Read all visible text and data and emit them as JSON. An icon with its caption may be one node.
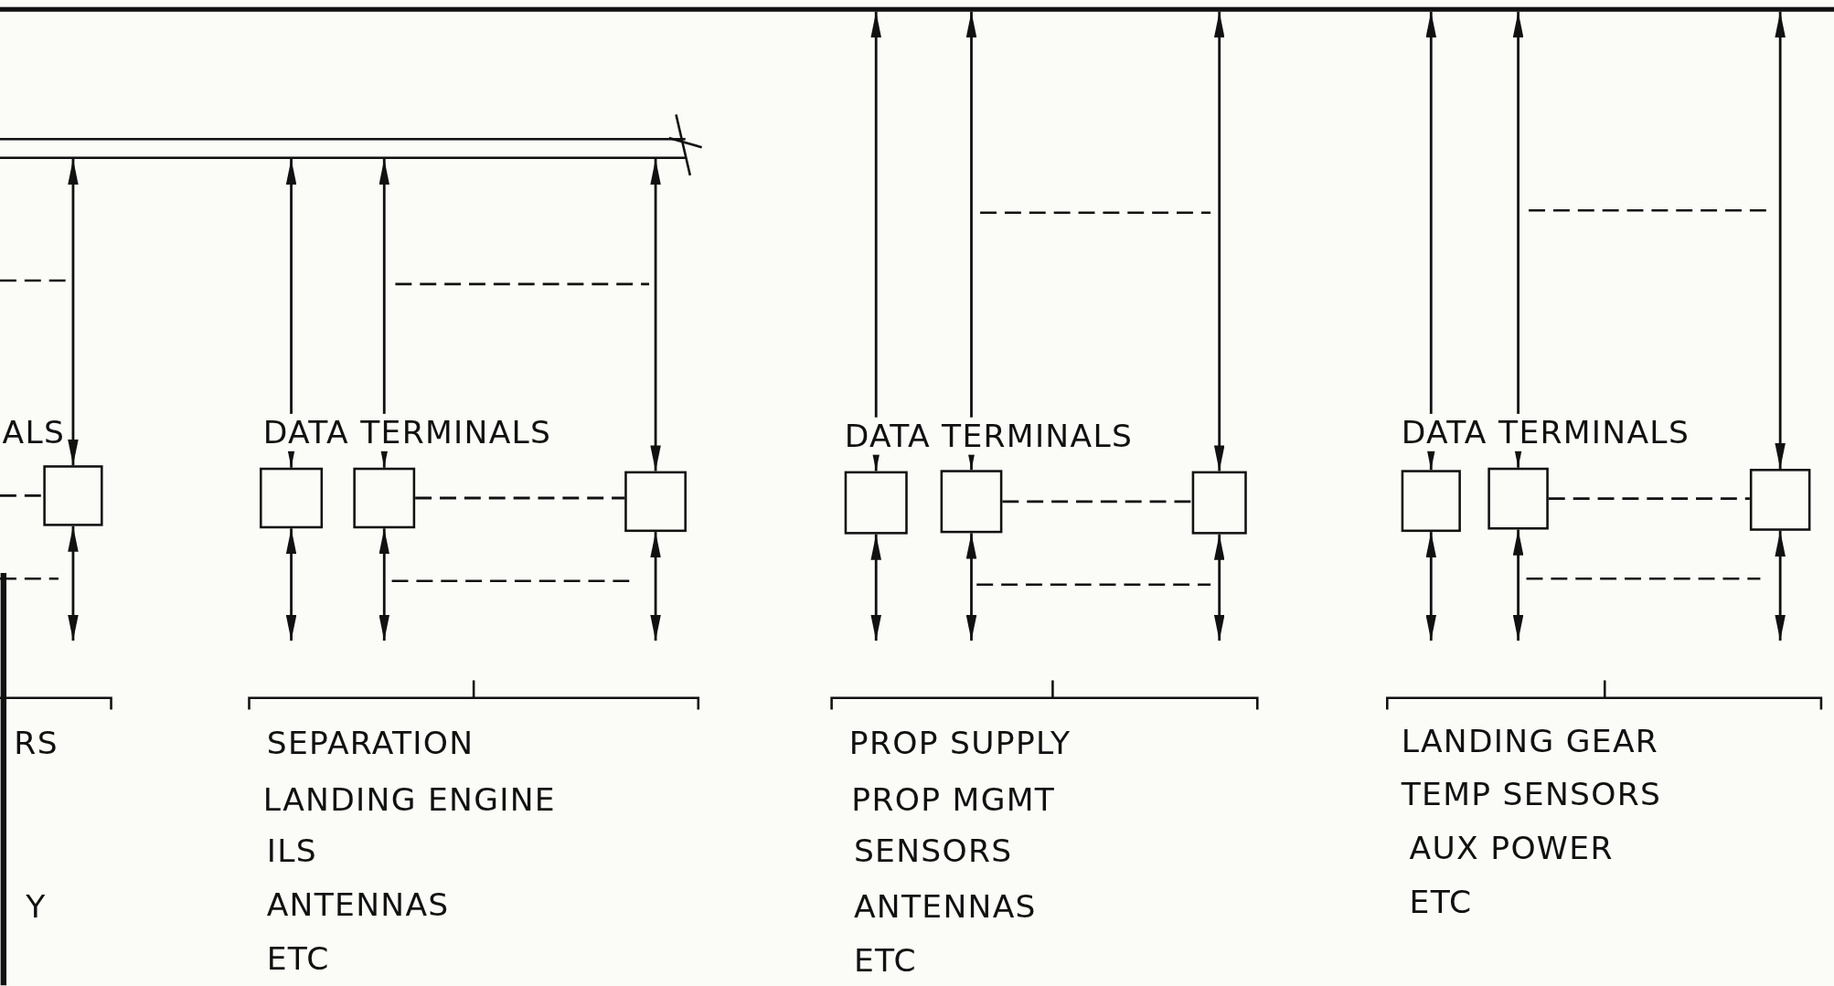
{
  "diagram": {
    "nodes": [
      {
        "text": [],
        "shape": "bar"
      },
      {
        "text": [],
        "shape": "bar"
      },
      {
        "text": [],
        "shape": "box"
      },
      {
        "text": [],
        "shape": "box"
      },
      {
        "text": [],
        "shape": "box"
      },
      {
        "text": [],
        "shape": "box"
      },
      {
        "text": [],
        "shape": "box"
      },
      {
        "text": [],
        "shape": "box"
      },
      {
        "text": [],
        "shape": "box"
      },
      {
        "text": [],
        "shape": "box"
      },
      {
        "text": [],
        "shape": "box"
      },
      {
        "text": [],
        "shape": "box"
      }
    ],
    "edges": [
      {
        "from": 1,
        "to": 2,
        "arrow": "both"
      },
      {
        "from": 2,
        "to": null,
        "arrow": "both"
      },
      {
        "from": null,
        "to": 2,
        "arrow": "none",
        "style": "dashed"
      },
      {
        "from": 1,
        "to": 3,
        "arrow": "both"
      },
      {
        "from": 1,
        "to": 4,
        "arrow": "both"
      },
      {
        "from": 1,
        "to": 5,
        "arrow": "both"
      },
      {
        "from": 3,
        "to": null,
        "arrow": "both"
      },
      {
        "from": 4,
        "to": null,
        "arrow": "both"
      },
      {
        "from": 5,
        "to": null,
        "arrow": "both"
      },
      {
        "from": 4,
        "to": 5,
        "arrow": "none",
        "style": "dashed"
      },
      {
        "from": 0,
        "to": 6,
        "arrow": "both"
      },
      {
        "from": 0,
        "to": 7,
        "arrow": "both"
      },
      {
        "from": 0,
        "to": 8,
        "arrow": "both"
      },
      {
        "from": 6,
        "to": null,
        "arrow": "both"
      },
      {
        "from": 7,
        "to": null,
        "arrow": "both"
      },
      {
        "from": 8,
        "to": null,
        "arrow": "both"
      },
      {
        "from": 7,
        "to": 8,
        "arrow": "none",
        "style": "dashed"
      },
      {
        "from": 0,
        "to": 9,
        "arrow": "both"
      },
      {
        "from": 0,
        "to": 10,
        "arrow": "both"
      },
      {
        "from": 0,
        "to": 11,
        "arrow": "both"
      },
      {
        "from": 9,
        "to": null,
        "arrow": "both"
      },
      {
        "from": 10,
        "to": null,
        "arrow": "both"
      },
      {
        "from": 11,
        "to": null,
        "arrow": "both"
      },
      {
        "from": 10,
        "to": 11,
        "arrow": "none",
        "style": "dashed"
      }
    ],
    "labels": [
      "ALS",
      "RS",
      "Y",
      "DATA TERMINALS",
      "SEPARATION",
      "LANDING ENGINE",
      "ILS",
      "ANTENNAS",
      "ETC",
      "DATA TERMINALS",
      "PROP SUPPLY",
      "PROP MGMT",
      "SENSORS",
      "ANTENNAS",
      "ETC",
      "DATA TERMINALS",
      "LANDING GEAR",
      "TEMP SENSORS",
      "AUX POWER",
      "ETC"
    ]
  }
}
